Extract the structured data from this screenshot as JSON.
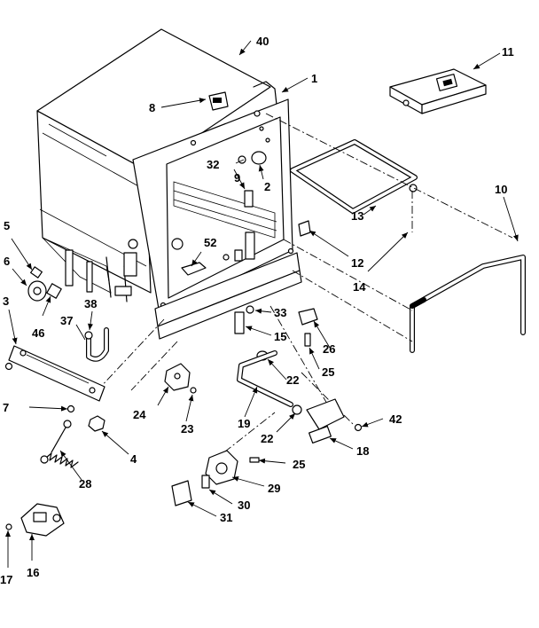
{
  "figure": {
    "part_labels": [
      "40",
      "1",
      "11",
      "8",
      "32",
      "9",
      "2",
      "10",
      "13",
      "12",
      "14",
      "5",
      "6",
      "3",
      "46",
      "38",
      "37",
      "52",
      "33",
      "15",
      "26",
      "25",
      "22",
      "7",
      "24",
      "23",
      "19",
      "4",
      "22",
      "42",
      "18",
      "28",
      "25",
      "29",
      "30",
      "31",
      "17",
      "16"
    ]
  }
}
